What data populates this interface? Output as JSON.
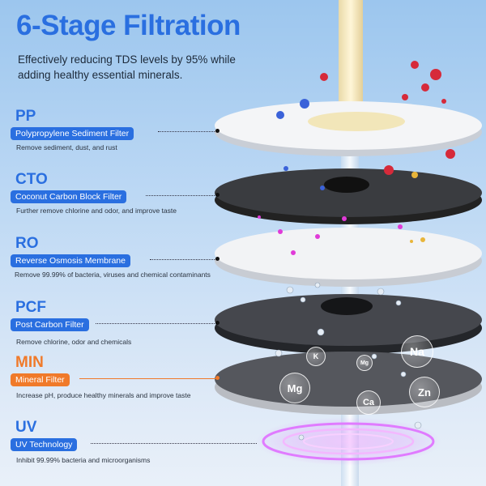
{
  "title": "6-Stage Filtration",
  "subtitle": "Effectively reducing TDS levels by 95% while adding healthy essential minerals.",
  "stages": [
    {
      "code": "PP",
      "name": "Polypropylene Sediment Filter",
      "desc": "Remove sediment, dust, and rust"
    },
    {
      "code": "CTO",
      "name": "Coconut Carbon Block Filter",
      "desc": "Further remove chlorine and odor, and improve taste"
    },
    {
      "code": "RO",
      "name": "Reverse Osmosis Membrane",
      "desc": "Remove 99.99% of bacteria, viruses and chemical contaminants"
    },
    {
      "code": "PCF",
      "name": "Post Carbon Filter",
      "desc": "Remove chlorine, odor and chemicals"
    },
    {
      "code": "MIN",
      "name": "Mineral Filter",
      "desc": "Increase pH, produce healthy minerals and improve taste"
    },
    {
      "code": "UV",
      "name": "UV Technology",
      "desc": "Inhibit 99.99% bacteria and microorganisms"
    }
  ],
  "minerals": [
    "K",
    "Mg",
    "Na",
    "Mg",
    "Ca",
    "Zn"
  ],
  "colors": {
    "blue": "#2a6fe0",
    "orange": "#f07a2a"
  }
}
